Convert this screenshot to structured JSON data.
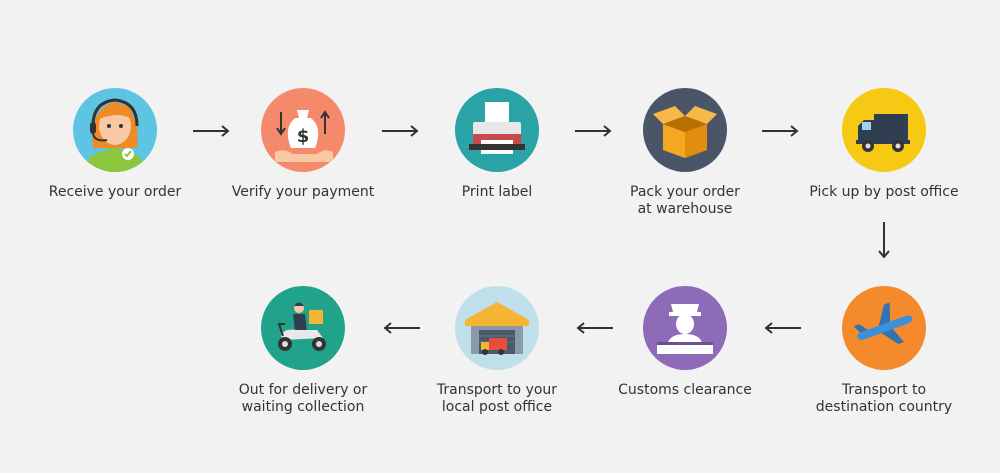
{
  "colors": {
    "background": "#f2f2f2",
    "text": "#333333",
    "arrow": "#333333"
  },
  "steps": [
    {
      "icon": "customer-service-icon",
      "color": "#5ec4e4",
      "lines": [
        "Receive your order"
      ]
    },
    {
      "icon": "money-bag-icon",
      "color": "#f5896c",
      "lines": [
        "Verify your payment"
      ]
    },
    {
      "icon": "printer-icon",
      "color": "#2aa3a6",
      "lines": [
        "Print label"
      ]
    },
    {
      "icon": "open-box-icon",
      "color": "#4a5568",
      "lines": [
        "Pack your order",
        "at warehouse"
      ]
    },
    {
      "icon": "truck-icon",
      "color": "#f6c915",
      "lines": [
        "Pick up by post office"
      ]
    },
    {
      "icon": "airplane-icon",
      "color": "#f58a2d",
      "lines": [
        "Transport to",
        "destination country"
      ]
    },
    {
      "icon": "customs-officer-icon",
      "color": "#8e6bb8",
      "lines": [
        "Customs clearance"
      ]
    },
    {
      "icon": "warehouse-icon",
      "color": "#bfe0ea",
      "lines": [
        "Transport to your",
        "local post office"
      ]
    },
    {
      "icon": "delivery-scooter-icon",
      "color": "#21a38b",
      "lines": [
        "Out for delivery or",
        "waiting collection"
      ]
    }
  ]
}
